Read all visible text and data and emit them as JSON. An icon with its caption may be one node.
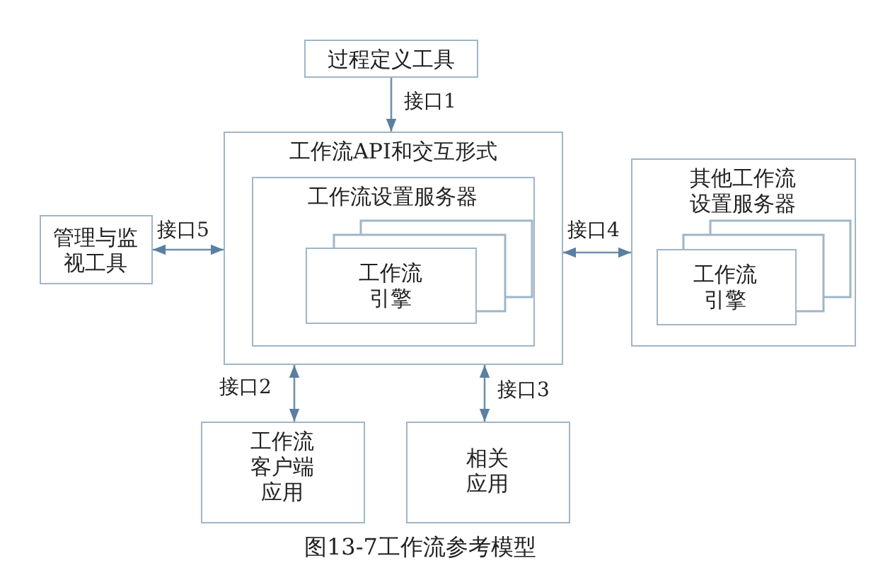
{
  "diagram": {
    "caption": "图13-7工作流参考模型",
    "nodes": [
      {
        "text": [
          "过程定义工具"
        ]
      },
      {
        "text": [
          "工作流API和交互形式"
        ]
      },
      {
        "text": [
          "工作流设置服务器"
        ],
        "in": 1
      },
      {
        "text": [
          "工作流引擎"
        ],
        "in": 2
      },
      {
        "text": [
          "管理与监视工具"
        ]
      },
      {
        "text": [
          "其他工作流设置服务器"
        ]
      },
      {
        "text": [
          "工作流引擎"
        ],
        "in": 5
      },
      {
        "text": [
          "工作流客户端应用"
        ]
      },
      {
        "text": [
          "相关应用"
        ]
      }
    ],
    "edges": [
      {
        "from": 0,
        "to": 1,
        "arrow": "to",
        "label": "接口1"
      },
      {
        "from": 4,
        "to": 1,
        "arrow": "both",
        "label": "接口5"
      },
      {
        "from": 1,
        "to": 5,
        "arrow": "both",
        "label": "接口4"
      },
      {
        "from": 1,
        "to": 7,
        "arrow": "both",
        "label": "接口2"
      },
      {
        "from": 1,
        "to": 8,
        "arrow": "both",
        "label": "接口3"
      }
    ]
  }
}
